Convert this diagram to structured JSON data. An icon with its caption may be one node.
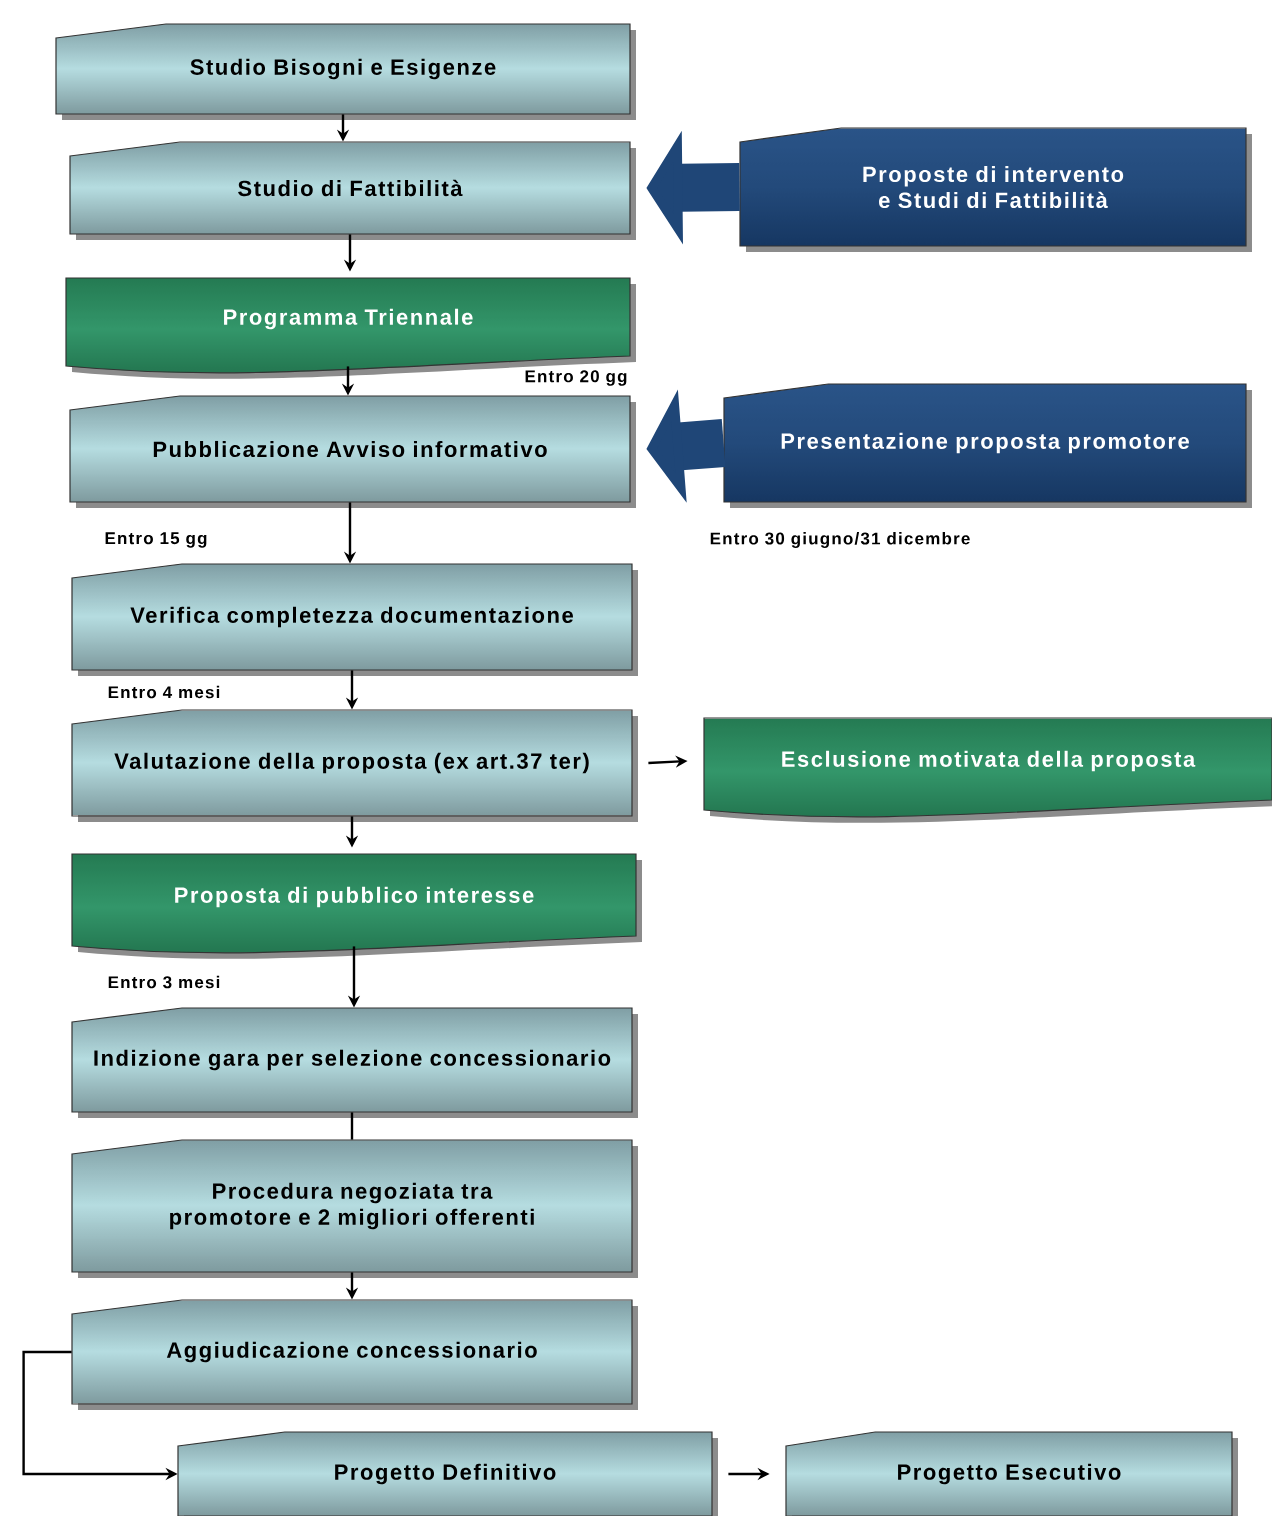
{
  "diagram": {
    "nodes": [
      {
        "text": [
          "Studio Bisogni e  Esigenze"
        ]
      },
      {
        "text": [
          "Studio di Fattibilità"
        ]
      },
      {
        "text": [
          "Proposte di intervento e Studi di Fattibilità"
        ]
      },
      {
        "text": [
          "Programma Triennale"
        ]
      },
      {
        "text": [
          "Pubblicazione Avviso informativo"
        ]
      },
      {
        "text": [
          "Presentazione proposta promotore"
        ]
      },
      {
        "text": [
          "Verifica completezza documentazione"
        ]
      },
      {
        "text": [
          "Valutazione della proposta (ex art.37 ter)"
        ]
      },
      {
        "text": [
          "Esclusione motivata della proposta"
        ]
      },
      {
        "text": [
          "Proposta di pubblico interesse"
        ]
      },
      {
        "text": [
          "Indizione gara per selezione concessionario"
        ]
      },
      {
        "text": [
          "Procedura negoziata tra promotore e 2 migliori offerenti"
        ]
      },
      {
        "text": [
          "Aggiudicazione concessionario"
        ]
      },
      {
        "text": [
          "Progetto Definitivo"
        ]
      },
      {
        "text": [
          "Progetto Esecutivo"
        ]
      }
    ],
    "edges": [
      {
        "from": 0,
        "to": 1,
        "arrow": "to"
      },
      {
        "from": 2,
        "to": 1,
        "arrow": "to",
        "style": "thick",
        "color": "#1f4677"
      },
      {
        "from": 1,
        "to": 3,
        "arrow": "to"
      },
      {
        "from": 3,
        "to": 4,
        "arrow": "to"
      },
      {
        "from": 5,
        "to": 4,
        "arrow": "to",
        "style": "thick",
        "color": "#1f4677"
      },
      {
        "from": 4,
        "to": 6,
        "arrow": "to"
      },
      {
        "from": 6,
        "to": 7,
        "arrow": "to"
      },
      {
        "from": 7,
        "to": 8,
        "arrow": "to"
      },
      {
        "from": 7,
        "to": 9,
        "arrow": "to"
      },
      {
        "from": 9,
        "to": 10,
        "arrow": "to"
      },
      {
        "from": 10,
        "to": 11,
        "arrow": "none"
      },
      {
        "from": 11,
        "to": 12,
        "arrow": "to"
      },
      {
        "from": 12,
        "to": 13,
        "arrow": "to"
      },
      {
        "from": 13,
        "to": 14,
        "arrow": "to"
      }
    ],
    "labels": [
      "Entro 20 gg",
      "Entro 15 gg",
      "Entro 30 giugno/31 dicembre",
      "Entro 4 mesi",
      "Entro 3 mesi"
    ]
  }
}
